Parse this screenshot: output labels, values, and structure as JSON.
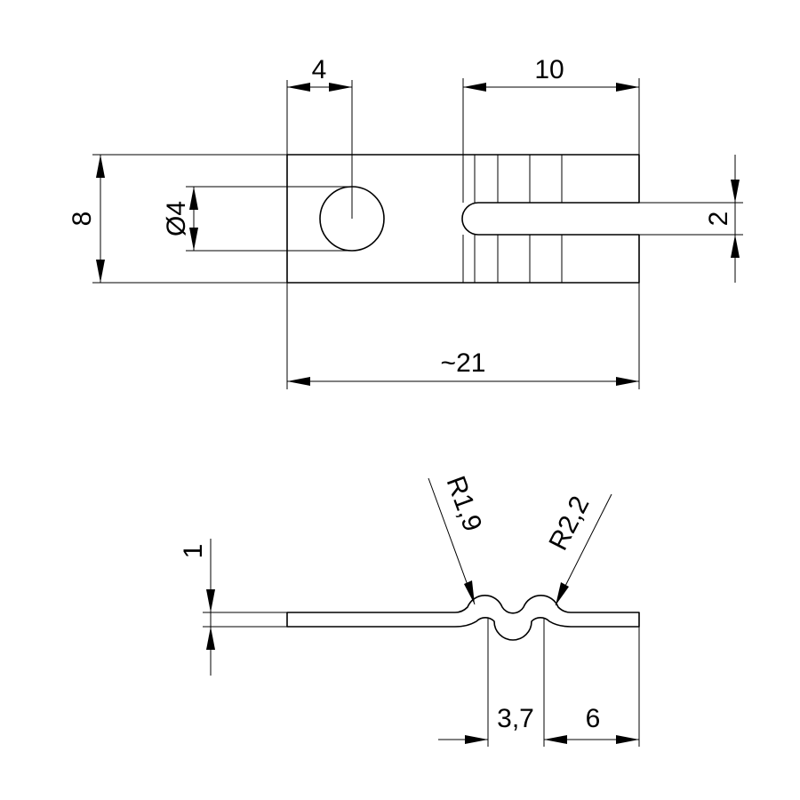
{
  "drawing": {
    "top_view": {
      "dim_hole_offset": "4",
      "dim_slot_zone": "10",
      "dim_height": "8",
      "dim_hole_diameter": "Ø4",
      "dim_slot_width": "2",
      "dim_total_length": "~21"
    },
    "side_view": {
      "dim_thickness": "1",
      "dim_radius_1": "R1,9",
      "dim_radius_2": "R2,2",
      "dim_wave_pitch": "3,7",
      "dim_end_length": "6"
    }
  }
}
